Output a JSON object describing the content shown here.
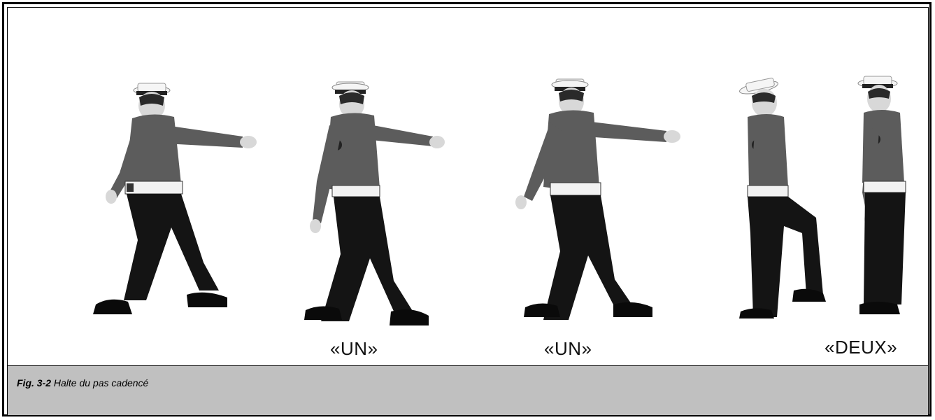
{
  "figure": {
    "labels": [
      "«UN»",
      "«UN»",
      "«DEUX»"
    ],
    "caption_number": "Fig. 3-2",
    "caption_text": "Halte du pas cadencé"
  },
  "colors": {
    "shirt": "#5c5c5c",
    "trousers": "#141414",
    "belt": "#f2f2f2",
    "cap": "#f5f5f5",
    "skin": "#d8d8d8",
    "caption_bg": "#c0c0c0"
  },
  "icons": [
    "marching-cadet-figure"
  ]
}
